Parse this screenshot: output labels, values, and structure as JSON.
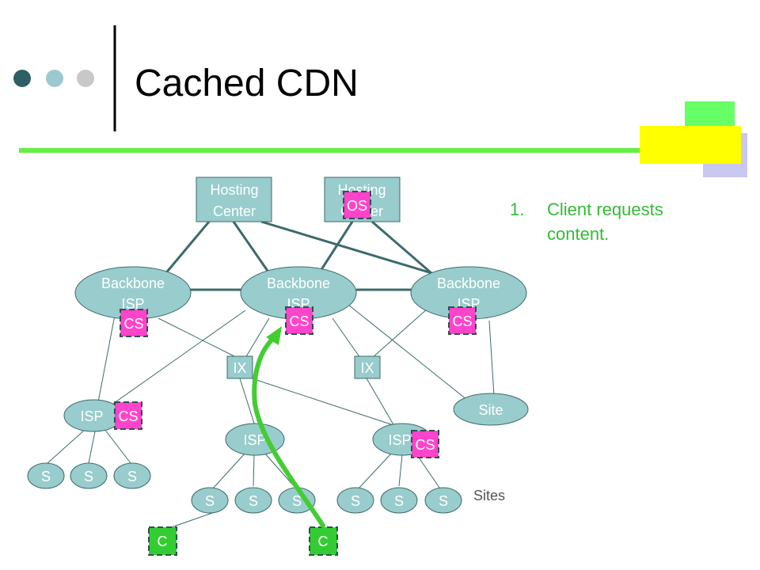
{
  "slide": {
    "title": "Cached CDN",
    "step_number": "1.",
    "step_text_line1": "Client requests",
    "step_text_line2": "content.",
    "colors": {
      "bullet_dark": "#2f5f66",
      "bullet_light": "#9cc9cf",
      "bullet_gray": "#c8c8c8",
      "green_rule": "#66ee44",
      "accent_green": "#66ff66",
      "accent_yellow": "#ffff00",
      "accent_lavender": "#c8c8f0",
      "node_fill": "#99cccc",
      "cache_fill": "#ff44cc",
      "client_fill": "#33cc33",
      "step_text": "#33bb33"
    }
  },
  "diagram": {
    "hosting_center_1": [
      "Hosting",
      "Center"
    ],
    "hosting_center_2": [
      "Hosting",
      "Center"
    ],
    "backbone_isp": [
      "Backbone",
      "ISP"
    ],
    "ix": "IX",
    "isp": "ISP",
    "site": "Site",
    "s": "S",
    "sites_label": "Sites",
    "cs": "CS",
    "os": "OS",
    "c": "C"
  }
}
